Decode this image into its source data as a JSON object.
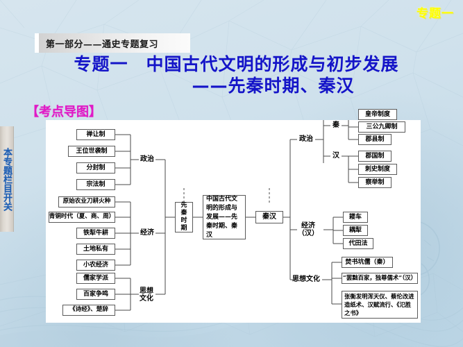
{
  "slide": {
    "chapter_tag": "专题一",
    "part_banner": "第一部分——通史专题复习",
    "title_line1": "专题一　中国古代文明的形成与初步发展",
    "title_line2": "——先秦时期、秦汉",
    "section_label": "【考点导图】",
    "side_tab": "本专题栏目开关",
    "colors": {
      "background": "#cfe0ea",
      "title": "#1414c8",
      "chapter_tag": "#ffff00",
      "section_label": "#e01bc6",
      "side_tab_text": "#1f5fb4",
      "panel": "#ffffff",
      "node_border": "#5a5a5a"
    }
  },
  "diagram": {
    "center": {
      "core": "中国古代文明的形成与发展——先秦时期、秦汉",
      "left_branch": "先秦时期",
      "right_branch": "秦汉"
    },
    "preqin": {
      "categories": [
        {
          "name": "政治",
          "items": [
            "禅让制",
            "王位世袭制",
            "分封制",
            "宗法制"
          ]
        },
        {
          "name": "经济",
          "items": [
            "原始农业刀耕火种",
            "青铜时代（夏、商、周）",
            "铁犁牛耕",
            "土地私有",
            "小农经济"
          ]
        },
        {
          "name": "思想文化",
          "items": [
            "儒家学派",
            "百家争鸣",
            "《诗经》、楚辞"
          ]
        }
      ]
    },
    "qinhan": {
      "categories": [
        {
          "name": "政治",
          "subgroups": [
            {
              "name": "秦",
              "items": [
                "皇帝制度",
                "三公九卿制",
                "郡县制"
              ]
            },
            {
              "name": "汉",
              "items": [
                "郡国制",
                "刺史制度",
                "察举制"
              ]
            }
          ]
        },
        {
          "name": "经济（汉）",
          "items": [
            "耧车",
            "耦犁",
            "代田法"
          ]
        },
        {
          "name": "思想文化",
          "items": [
            "焚书坑儒（秦）",
            "“罢黜百家，独尊儒术”（汉）",
            "张衡发明浑天仪、蔡伦改进造纸术、汉赋流行、《氾胜之书》"
          ]
        }
      ]
    }
  }
}
